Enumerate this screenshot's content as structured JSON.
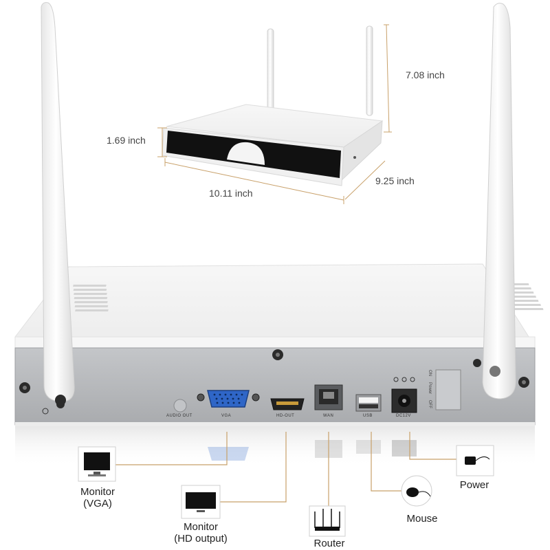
{
  "dimensions": {
    "height": "7.08 inch",
    "depth_left": "1.69 inch",
    "width": "10.11 inch",
    "depth_right": "9.25 inch"
  },
  "ports": {
    "audio_out": "AUDIO OUT",
    "vga": "VGA",
    "hd_out": "HD-OUT",
    "wan": "WAN",
    "usb": "USB",
    "dc12v": "DC12V",
    "switch_on": "ON",
    "switch_power": "Power",
    "switch_off": "OFF"
  },
  "devices": {
    "monitor_vga_line1": "Monitor",
    "monitor_vga_line2": "(VGA)",
    "monitor_hd_line1": "Monitor",
    "monitor_hd_line2": "(HD output)",
    "router": "Router",
    "mouse": "Mouse",
    "power": "Power"
  },
  "colors": {
    "callout_line": "#c8a069",
    "device_body": "#f2f2f2",
    "back_panel": "#b8babd"
  }
}
